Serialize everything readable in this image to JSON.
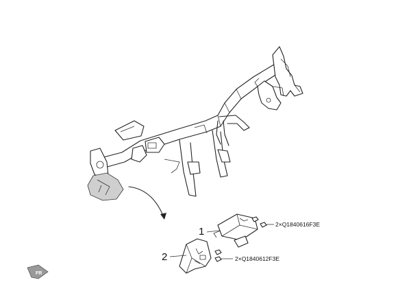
{
  "callouts": [
    {
      "number": "1",
      "part_label": "2×Q1840616F3E"
    },
    {
      "number": "2",
      "part_label": "2×Q1840612F3E"
    }
  ],
  "direction_badge": {
    "label": "FR"
  },
  "colors": {
    "line": "#222222",
    "shade": "#cfcfcf",
    "badge": "#9a9a9a"
  },
  "icons": [
    "front-direction-arrow-icon",
    "bolt-icon"
  ]
}
